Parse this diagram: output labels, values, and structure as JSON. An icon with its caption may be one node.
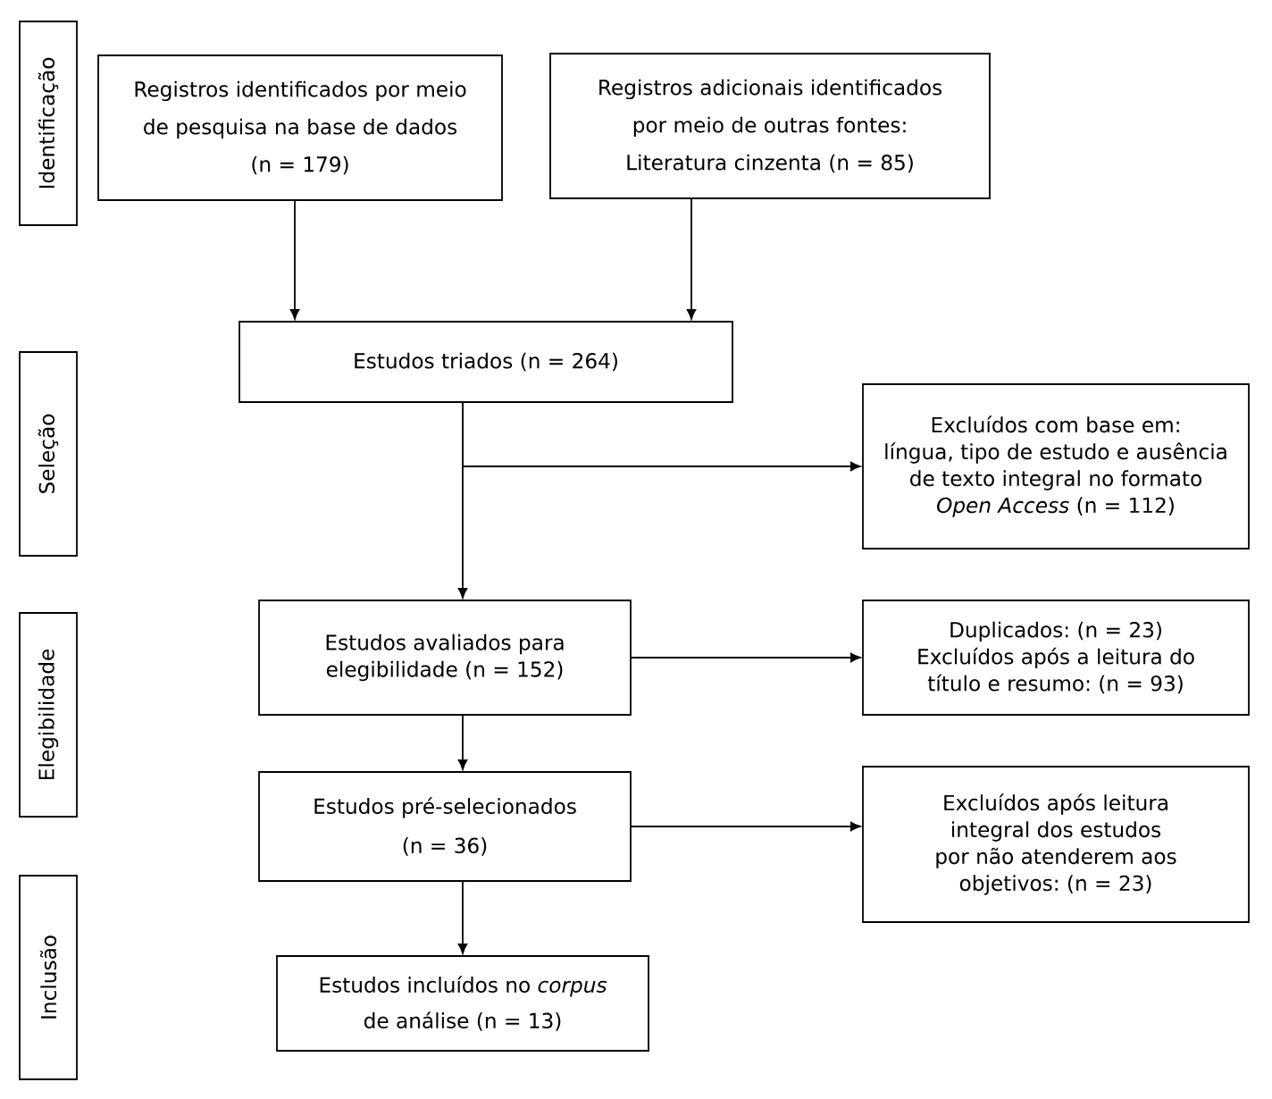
{
  "diagram": {
    "nodes": [
      {
        "text": [
          "Identificação"
        ]
      },
      {
        "text": [
          "Registros identificados por meio de pesquisa na base de dados",
          "(n = 179)"
        ]
      },
      {
        "text": [
          "Registros adicionais identificados por meio de outras fontes:",
          "Literatura cinzenta (n = 85)"
        ]
      },
      {
        "text": [
          "Seleção"
        ]
      },
      {
        "text": [
          "Estudos triados (n = 264)"
        ]
      },
      {
        "text": [
          "Excluídos com base em:",
          "língua, tipo de estudo e ausência de texto integral no formato *Open Access* (n = 112)"
        ]
      },
      {
        "text": [
          "Elegibilidade"
        ]
      },
      {
        "text": [
          "Estudos avaliados para elegibilidade (n = 152)"
        ]
      },
      {
        "text": [
          "Duplicados: (n = 23)",
          "Excluídos após a leitura do título e resumo: (n = 93)"
        ]
      },
      {
        "text": [
          "Estudos pré-selecionados",
          "(n = 36)"
        ]
      },
      {
        "text": [
          "Excluídos após leitura integral dos estudos por não atenderem aos objetivos: (n = 23)"
        ]
      },
      {
        "text": [
          "Inclusão"
        ]
      },
      {
        "text": [
          "Estudos incluídos no *corpus* de análise (n = 13)"
        ]
      }
    ],
    "edges": [
      {
        "from": 1,
        "to": 4,
        "arrow": "to"
      },
      {
        "from": 2,
        "to": 4,
        "arrow": "to"
      },
      {
        "from": 4,
        "to": 7,
        "arrow": "to"
      },
      {
        "from": 4,
        "to": 5,
        "arrow": "to"
      },
      {
        "from": 7,
        "to": 8,
        "arrow": "to"
      },
      {
        "from": 7,
        "to": 9,
        "arrow": "to"
      },
      {
        "from": 9,
        "to": 10,
        "arrow": "to"
      },
      {
        "from": 9,
        "to": 12,
        "arrow": "to"
      }
    ]
  }
}
